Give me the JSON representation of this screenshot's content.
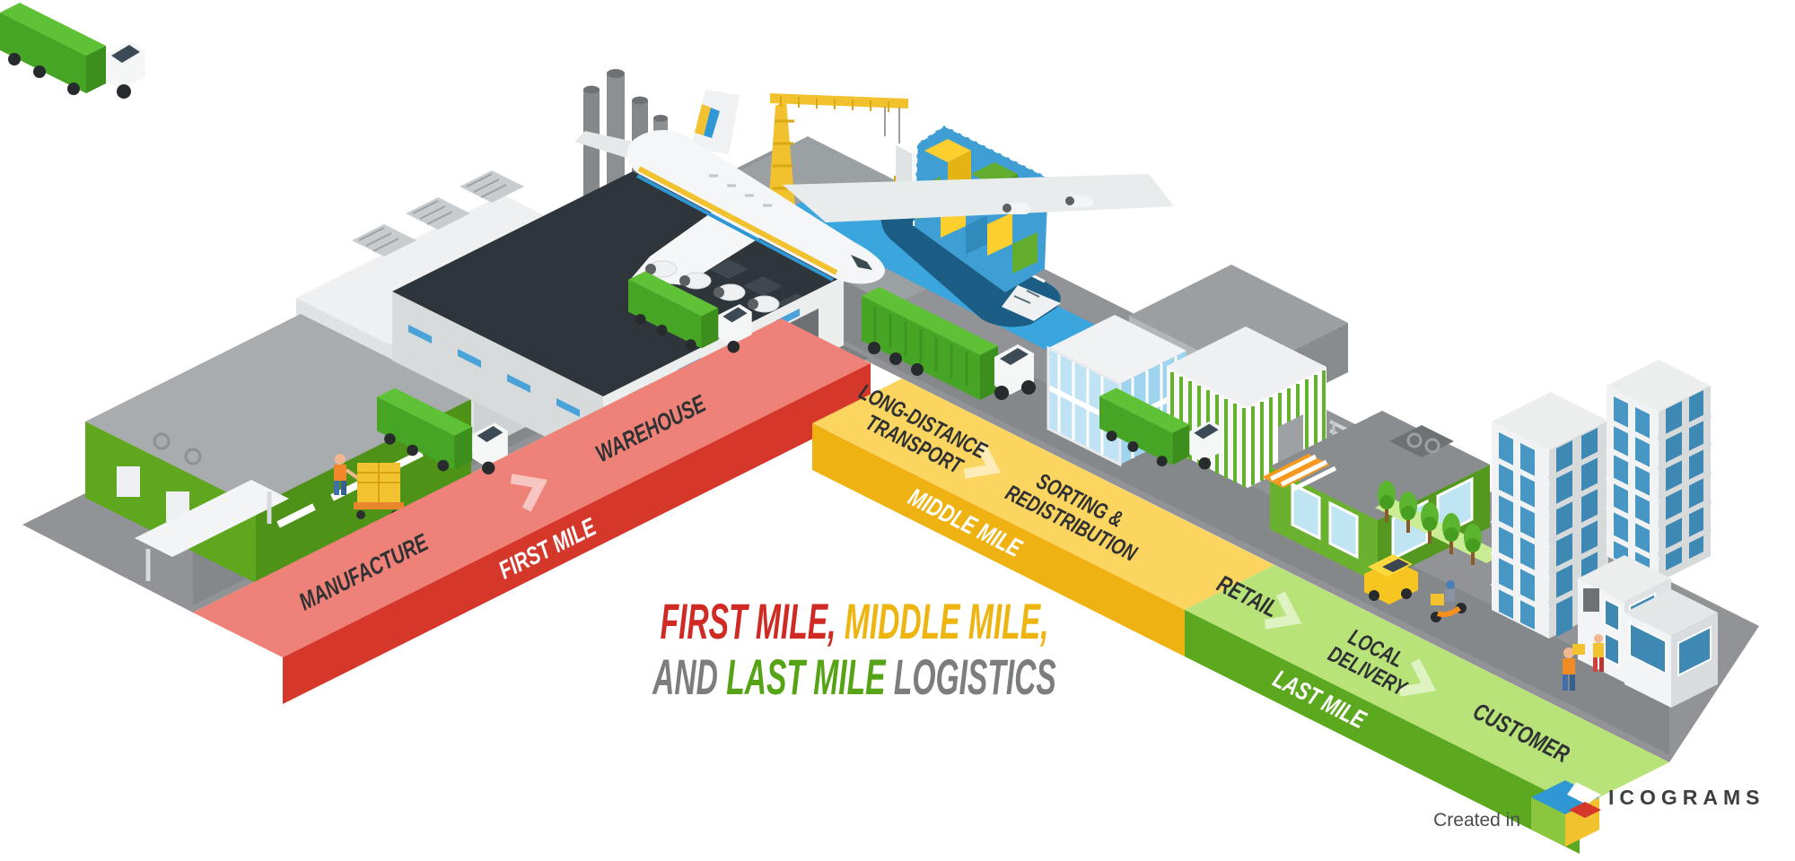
{
  "title": {
    "line1_parts": [
      {
        "text": "FIRST MILE,",
        "color": "#cf2b24"
      },
      {
        "text": " MIDDLE MILE,",
        "color": "#eeb40f"
      }
    ],
    "line2_parts": [
      {
        "text": "AND ",
        "color": "#7b7d7e"
      },
      {
        "text": "LAST MILE",
        "color": "#56a316"
      },
      {
        "text": " LOGISTICS",
        "color": "#7b7d7e"
      }
    ]
  },
  "band_labels": {
    "manufacture": "MANUFACTURE",
    "first_mile": "FIRST MILE",
    "warehouse": "WAREHOUSE",
    "long_distance_line1": "LONG-DISTANCE",
    "long_distance_line2": "TRANSPORT",
    "middle_mile": "MIDDLE MILE",
    "sorting_line1": "SORTING &",
    "sorting_line2": "REDISTRIBUTION",
    "retail": "RETAIL",
    "local_delivery_line1": "LOCAL",
    "local_delivery_line2": "DELIVERY",
    "last_mile": "LAST MILE",
    "customer": "CUSTOMER"
  },
  "attribution": {
    "created_in": "Created in",
    "brand": "ICOGRAMS"
  },
  "colors": {
    "first_mile_surface": "#ef8278",
    "first_mile_edge": "#d5372b",
    "middle_mile_surface": "#fbd55f",
    "middle_mile_edge": "#eeb312",
    "last_mile_surface": "#b7e379",
    "last_mile_edge": "#5ca81f",
    "label_dark": "#2f3133",
    "label_light": "#ffffff",
    "water": "#3ba6dd",
    "platform": "#919396",
    "road": "#85888b",
    "title_red": "#cf2b24",
    "title_yellow": "#eeb40f",
    "title_green": "#56a316",
    "title_gray": "#7b7d7e"
  },
  "scene": {
    "elements": [
      "factory",
      "factory-worker",
      "pallet-boxes",
      "factory-loading-truck",
      "warehouse",
      "cargo-plane",
      "gantry-crane",
      "container-ship",
      "long-haul-semi-truck",
      "sorting-office",
      "sorting-center",
      "distribution-truck",
      "retail-store",
      "street-trees",
      "delivery-van",
      "delivery-scooter",
      "apartment-buildings",
      "customer-house",
      "customer-with-package",
      "pedestrian"
    ]
  }
}
